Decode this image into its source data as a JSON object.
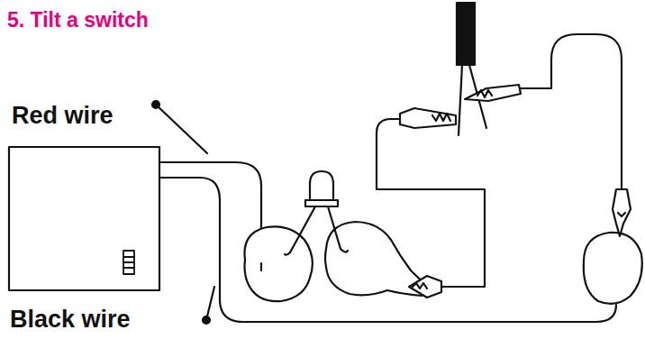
{
  "diagram": {
    "title": "5. Tilt a switch",
    "labels": [
      "Red wire",
      "Black wire"
    ]
  }
}
